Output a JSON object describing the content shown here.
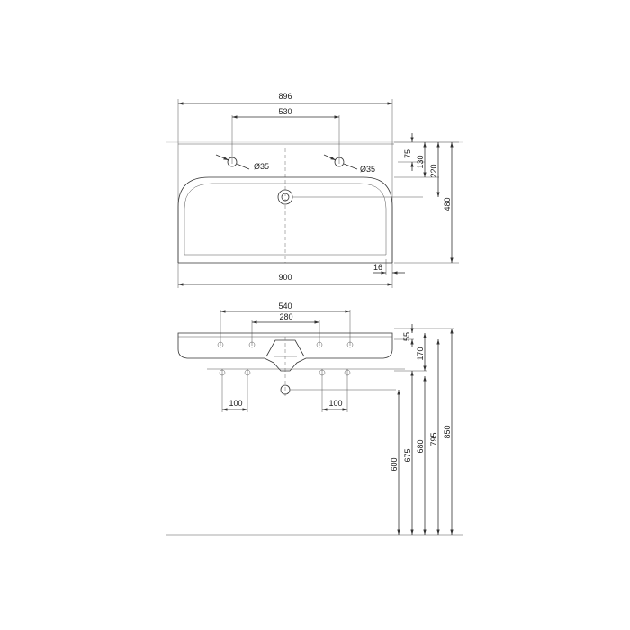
{
  "top_view": {
    "overall_width": "896",
    "tap_spacing": "530",
    "hole_left": "Ø35",
    "hole_right": "Ø35",
    "dim_75": "75",
    "dim_130": "130",
    "dim_220": "220",
    "depth": "480",
    "rim_offset": "16",
    "basin_width": "900"
  },
  "front_view": {
    "outer_spacing": "540",
    "inner_spacing": "280",
    "rim_height": "55",
    "bowl_depth": "170",
    "fixing_left": "100",
    "fixing_right": "100",
    "h600": "600",
    "h675": "675",
    "h680": "680",
    "h795": "795",
    "h850": "850"
  }
}
